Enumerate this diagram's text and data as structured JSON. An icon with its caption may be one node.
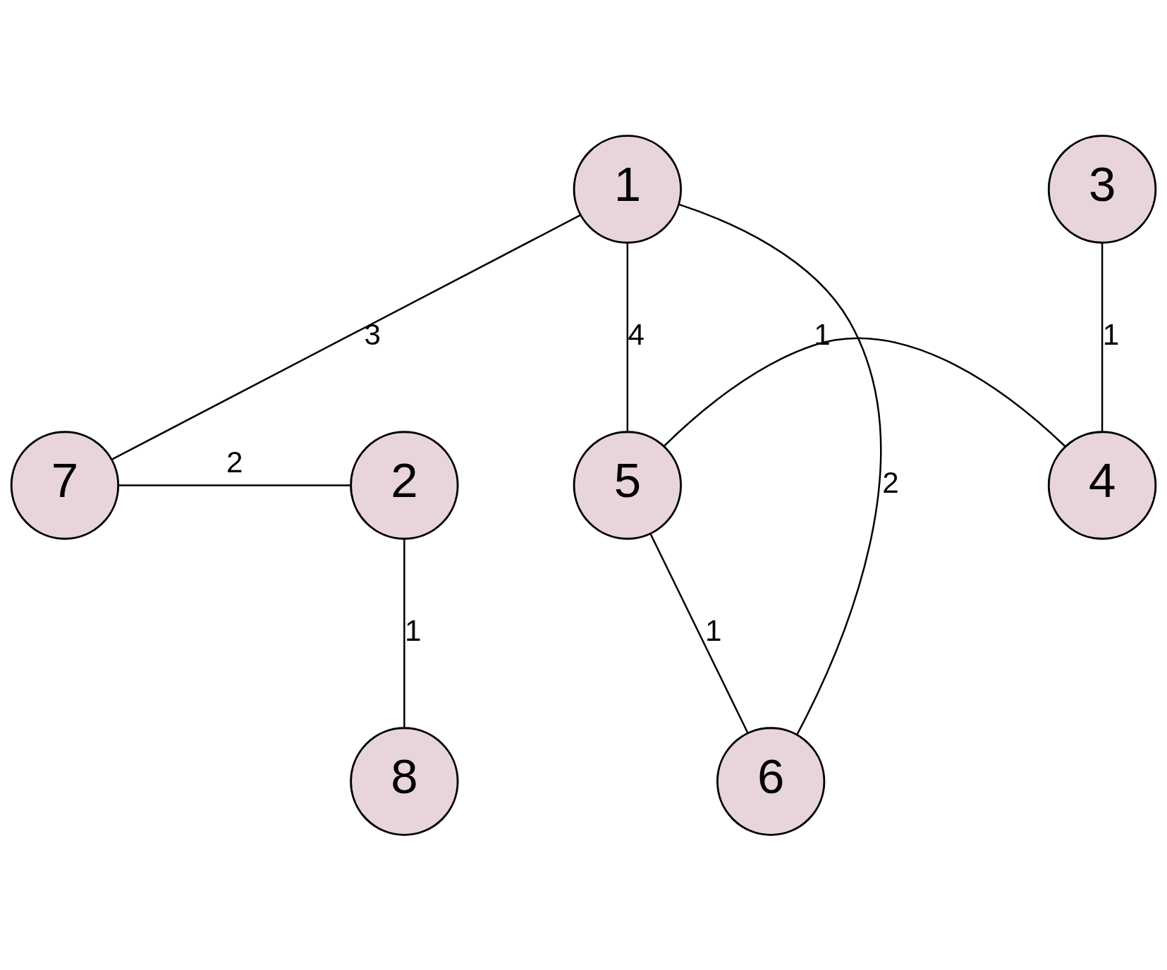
{
  "diagram": {
    "nodes": [
      {
        "text": [
          "1"
        ]
      },
      {
        "text": [
          "3"
        ]
      },
      {
        "text": [
          "7"
        ]
      },
      {
        "text": [
          "2"
        ]
      },
      {
        "text": [
          "5"
        ]
      },
      {
        "text": [
          "4"
        ]
      },
      {
        "text": [
          "8"
        ]
      },
      {
        "text": [
          "6"
        ]
      }
    ],
    "edges": [
      {
        "from": 0,
        "to": 2,
        "arrow": "none",
        "label": "3"
      },
      {
        "from": 0,
        "to": 7,
        "arrow": "none",
        "label": "2"
      },
      {
        "from": 0,
        "to": 4,
        "arrow": "none",
        "label": "4"
      },
      {
        "from": 1,
        "to": 5,
        "arrow": "none",
        "label": "1"
      },
      {
        "from": 2,
        "to": 3,
        "arrow": "none",
        "label": "2"
      },
      {
        "from": 4,
        "to": 5,
        "arrow": "none",
        "label": "1"
      },
      {
        "from": 3,
        "to": 6,
        "arrow": "none",
        "label": "1"
      },
      {
        "from": 4,
        "to": 7,
        "arrow": "none",
        "label": "1"
      }
    ]
  }
}
